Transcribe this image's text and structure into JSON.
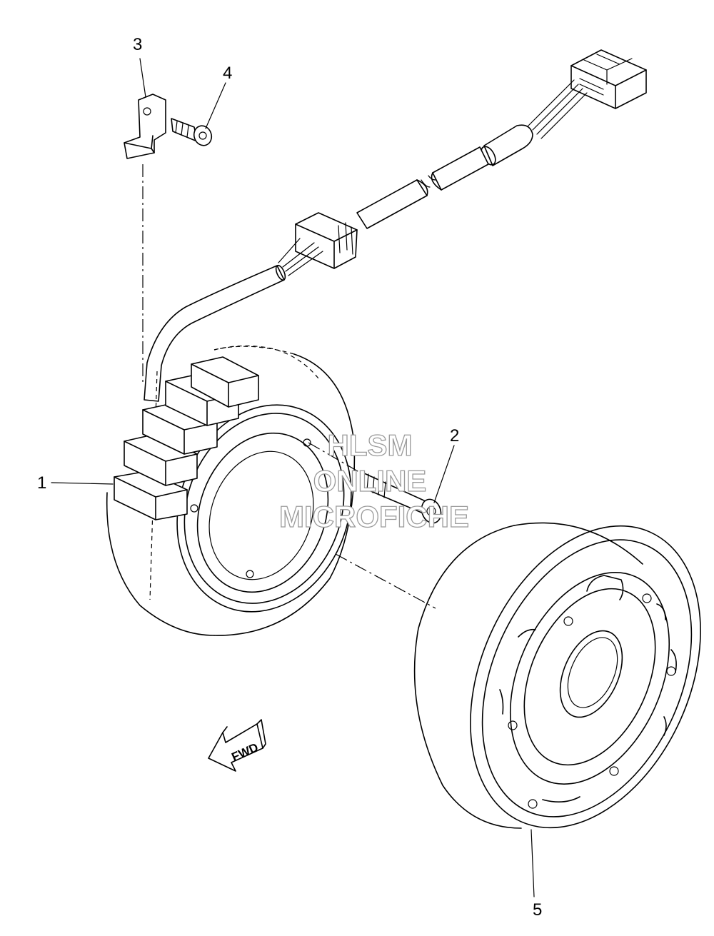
{
  "callouts": [
    "1",
    "2",
    "3",
    "4",
    "5"
  ],
  "direction_label": "FWD",
  "watermark": [
    "HLSM",
    "ONLINE",
    "MICROFICHE"
  ]
}
